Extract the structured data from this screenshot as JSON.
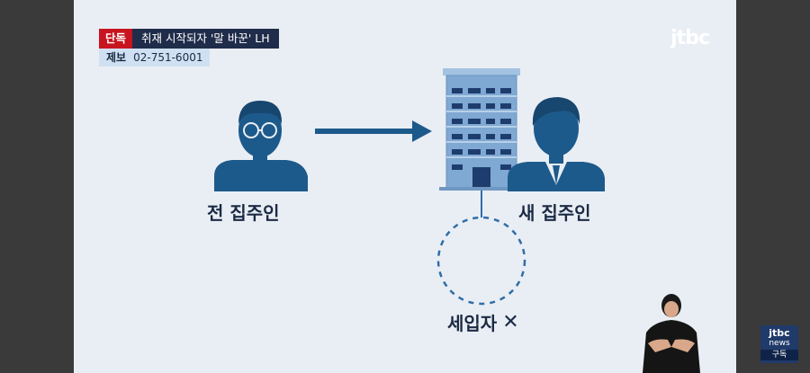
{
  "ribbon": {
    "exclusive_label": "단독",
    "headline": "취재 시작되자 '말 바꾼' LH"
  },
  "tip": {
    "label": "제보",
    "phone": "02-751-6001"
  },
  "logo": "jtbc",
  "diagram": {
    "prev_owner_label": "전 집주인",
    "new_owner_label": "새 집주인",
    "tenant_label": "세입자",
    "tenant_mark": "✕"
  },
  "subscribe": {
    "logo": "jtbc",
    "news": "news",
    "label": "구독"
  },
  "colors": {
    "person": "#1d5a8c",
    "arrow": "#1d5a8c",
    "building": "#7fa8d2",
    "building_dark": "#1e3d6e",
    "ribbon_red": "#c8141e",
    "ribbon_navy": "#1f2c4a",
    "background": "#e9eef4"
  }
}
